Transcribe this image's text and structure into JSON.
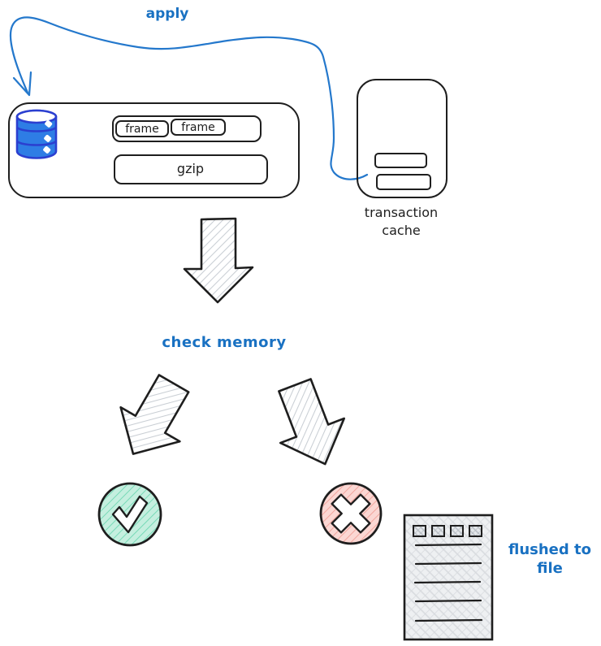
{
  "colors": {
    "ink": "#1e1e1e",
    "blue_accent": "#1971c2",
    "database_fill": "#2e7de5",
    "database_stroke": "#2b3fd0",
    "success_fill": "#c5efdf",
    "error_fill": "#fbd7d3",
    "document_fill": "#edeff1"
  },
  "apply_arrow": {
    "label": "apply"
  },
  "memtable": {
    "frames": [
      {
        "label": "frame"
      },
      {
        "label": "frame"
      }
    ],
    "gzip_label": "gzip"
  },
  "transaction_cache": {
    "label_line1": "transaction",
    "label_line2": "cache"
  },
  "check_memory": {
    "label": "check memory"
  },
  "flushed_to_file": {
    "label_line1": "flushed to",
    "label_line2": "file"
  }
}
